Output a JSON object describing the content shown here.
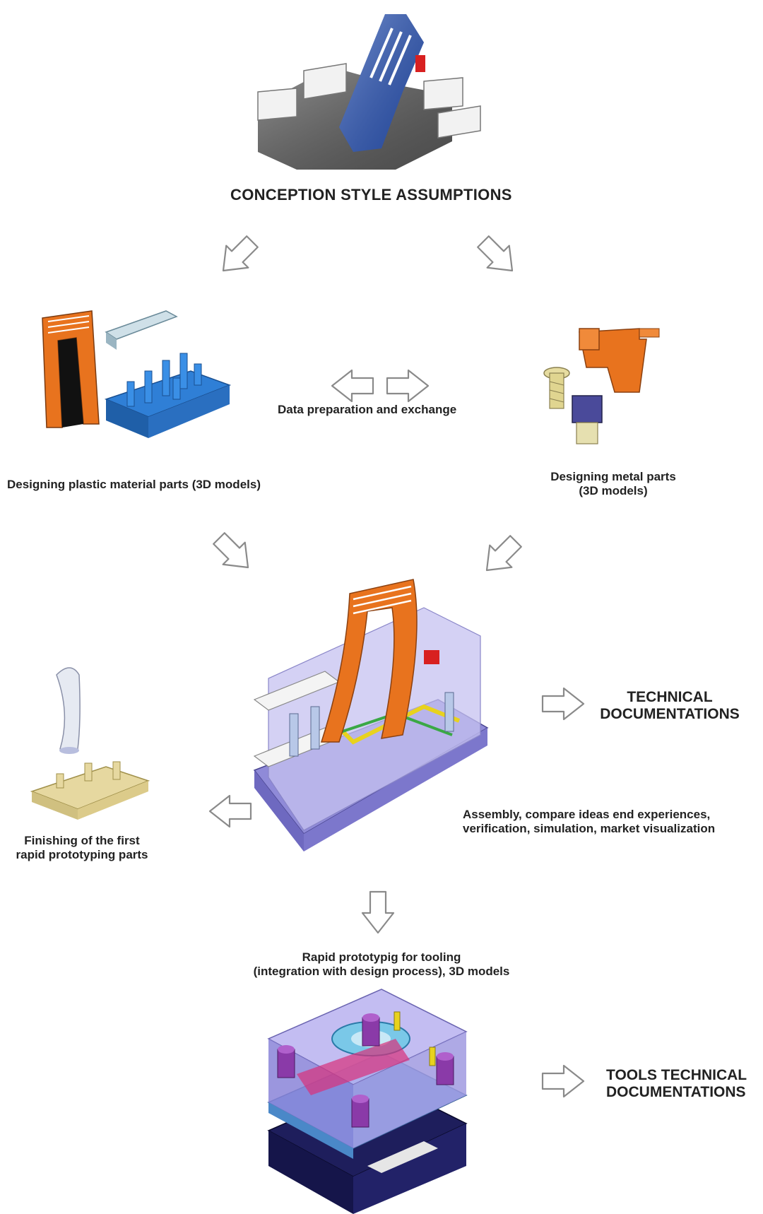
{
  "nodes": {
    "conception": {
      "label": "CONCEPTION STYLE ASSUMPTIONS"
    },
    "data_exchange": {
      "label": "Data preparation and exchange"
    },
    "plastic_parts": {
      "label": "Designing plastic material parts (3D models)"
    },
    "metal_parts": {
      "lines": [
        "Designing metal parts",
        "(3D models)"
      ]
    },
    "technical_docs": {
      "lines": [
        "TECHNICAL",
        "DOCUMENTATIONS"
      ]
    },
    "assembly": {
      "lines": [
        "Assembly, compare ideas end experiences,",
        "verification, simulation, market visualization"
      ]
    },
    "rapid_parts": {
      "lines": [
        "Finishing of the first",
        "rapid prototyping parts"
      ]
    },
    "rapid_tooling": {
      "lines": [
        "Rapid prototypig for tooling",
        "(integration with design process), 3D models"
      ]
    },
    "tools_docs": {
      "lines": [
        "TOOLS TECHNICAL",
        "DOCUMENTATIONS"
      ]
    }
  },
  "colors": {
    "plastic_orange": "#e8731e",
    "part_blue": "#2f7fd6",
    "mold_purple": "#8a3aa8",
    "mold_lavender": "#a9a4e6",
    "mold_navy": "#1e1e5c",
    "part_green": "#3aa845",
    "part_yellow": "#e8d21e",
    "arrow_outline": "#8a8a8a"
  },
  "icons": [
    "hollow-arrow-icon",
    "double-arrow-icon"
  ]
}
